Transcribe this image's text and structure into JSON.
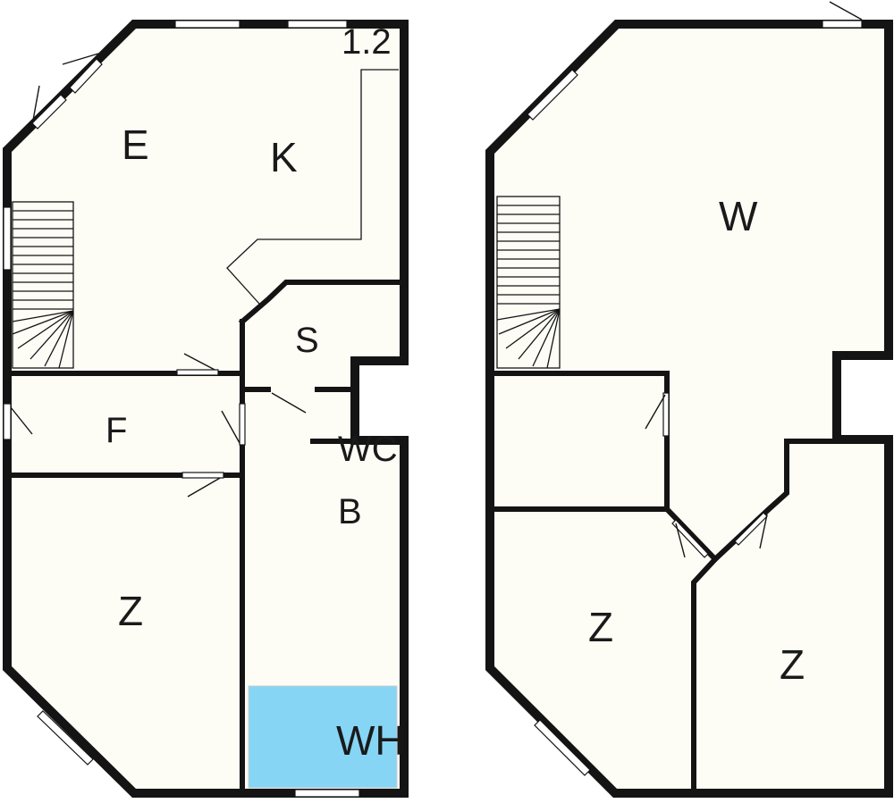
{
  "floors": [
    {
      "id": "ground-floor",
      "rooms": [
        {
          "id": "entrance",
          "label": "E"
        },
        {
          "id": "kitchen",
          "label": "K"
        },
        {
          "id": "storage",
          "label": "S"
        },
        {
          "id": "hallway",
          "label": "F"
        },
        {
          "id": "toilet",
          "label": "WC"
        },
        {
          "id": "bathroom",
          "label": "B"
        },
        {
          "id": "bedroom",
          "label": "Z"
        },
        {
          "id": "washroom",
          "label": "WH"
        }
      ],
      "annotations": [
        {
          "id": "dimension",
          "text": "1.2"
        }
      ]
    },
    {
      "id": "upper-floor",
      "rooms": [
        {
          "id": "living",
          "label": "W"
        },
        {
          "id": "bedroom-left",
          "label": "Z"
        },
        {
          "id": "bedroom-right",
          "label": "Z"
        }
      ]
    }
  ],
  "colors": {
    "wall": "#141414",
    "floor": "#fdfdf6",
    "bath": "#86d5f5"
  }
}
